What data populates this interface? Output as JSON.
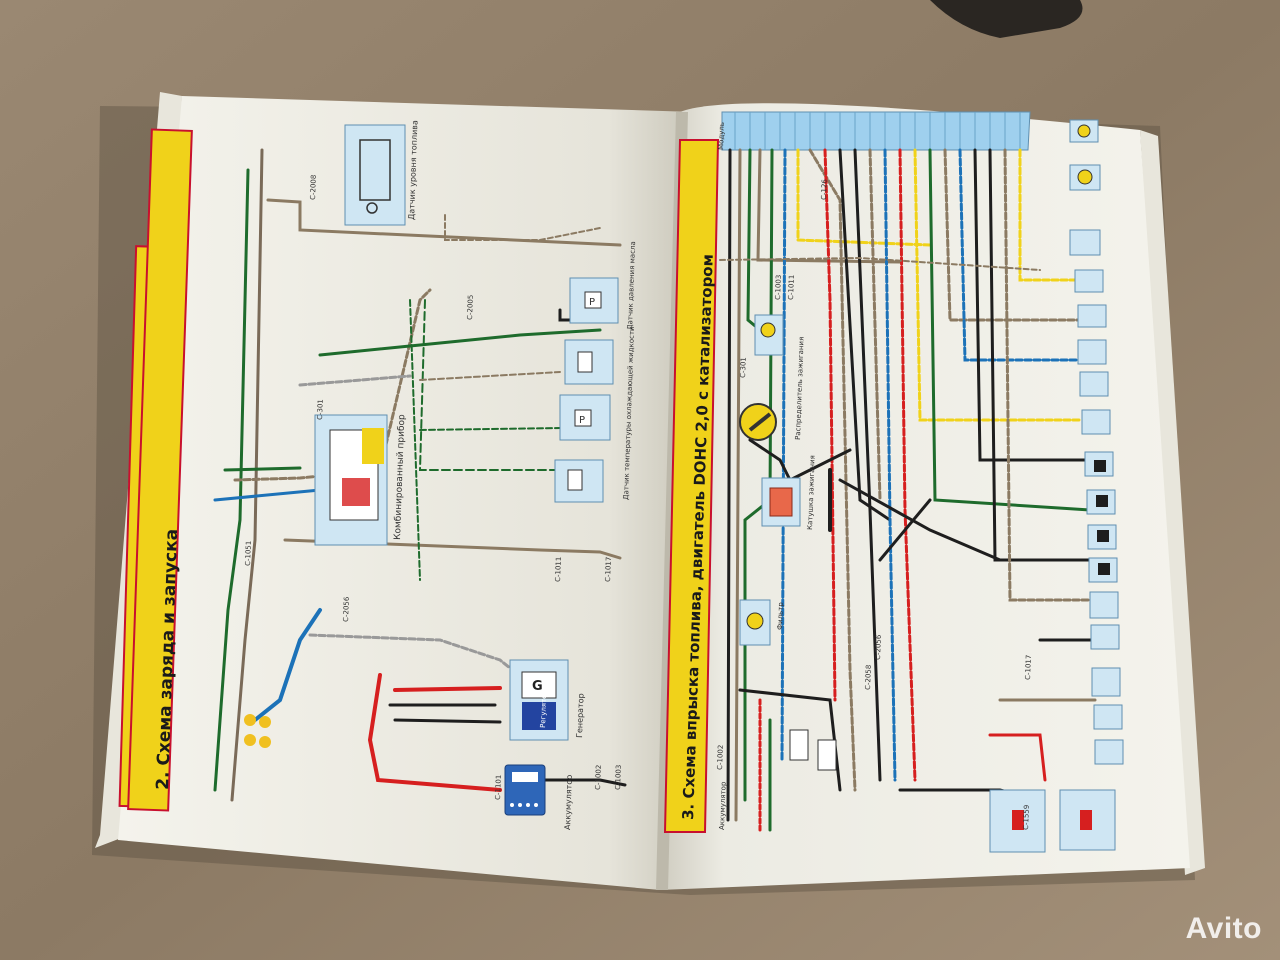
{
  "left_page": {
    "heading": "2. Схема заряда и запуска",
    "labels": {
      "cluster": "Комбинированный прибор",
      "generator": "Генератор",
      "regulator": "Регулятор",
      "battery": "Аккумулятор",
      "fuel_sensor": "Датчик уровня топлива",
      "oil_pressure": "Датчик давления масла",
      "coolant_temp": "Датчик температуры охлаждающей жидкости",
      "gen_letter": "G",
      "conn_c1101": "C-1101",
      "conn_c1002": "C-1002",
      "conn_c1003": "C-1003",
      "conn_c1011": "C-1011",
      "conn_c2005": "C-2005",
      "conn_c2056": "C-2056",
      "conn_c1017": "C-1017",
      "conn_c301": "C-301",
      "conn_c1051": "C-1051",
      "conn_c2008": "C-2008"
    }
  },
  "right_page": {
    "heading": "3. Схема впрыска топлива, двигатель DOHC 2,0 с катализатором",
    "labels": {
      "distributor": "Распределитель зажигания",
      "coil": "Катушка зажигания",
      "filter": "Фильтр",
      "battery": "Аккумулятор",
      "connector_module": "Модуль",
      "conn_c1011": "C-1011",
      "conn_c301": "C-301",
      "conn_c1002": "C-1002",
      "conn_c1003": "C-1003",
      "conn_c1017": "C-1017",
      "conn_c2058": "C-2058",
      "conn_c126": "C-126",
      "conn_c1559": "C-1559",
      "conn_c2056": "C-2056"
    }
  },
  "watermark": "Avito",
  "colors": {
    "heading_band": "#f0d21a",
    "heading_border": "#c8102e",
    "diagram_panel": "#cfe6f3",
    "paper": "#f6f5ee",
    "background": "#8a7865"
  }
}
